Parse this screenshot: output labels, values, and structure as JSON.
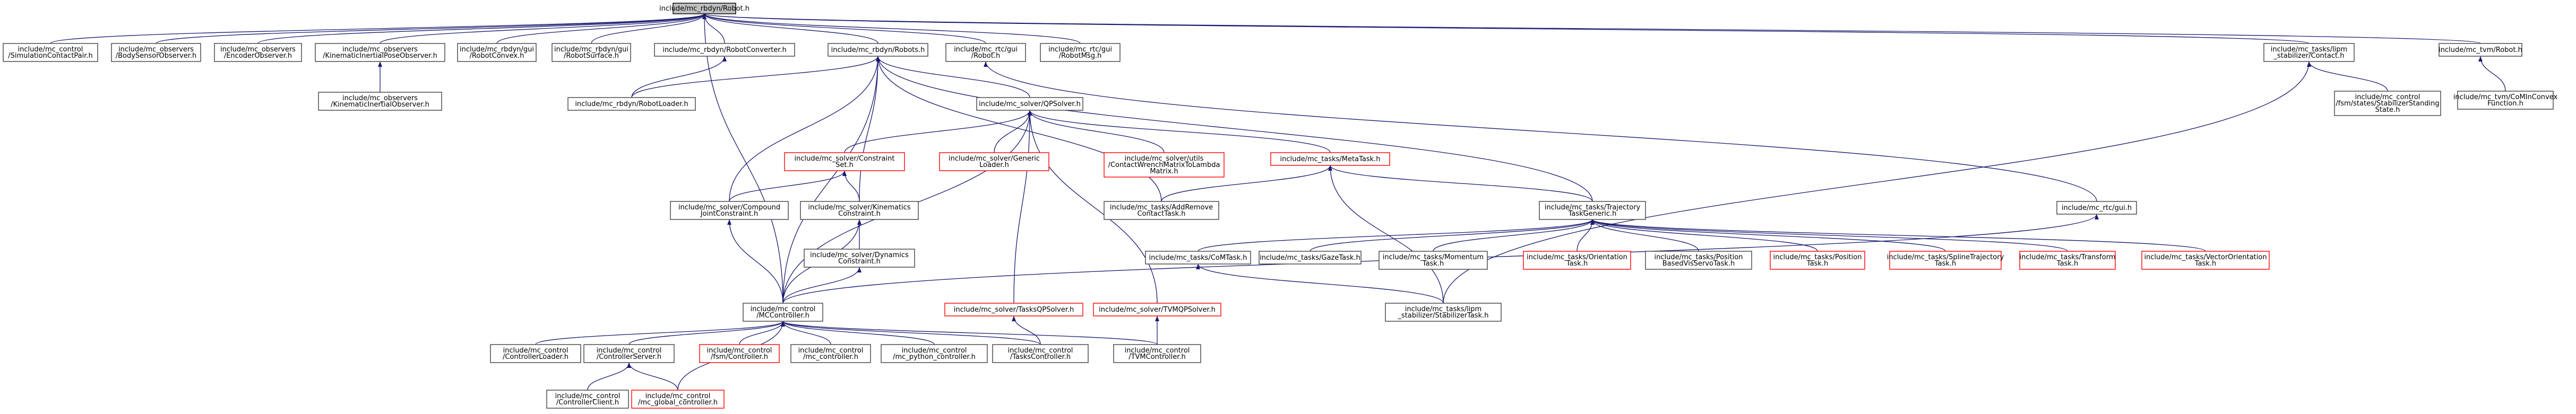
{
  "colors": {
    "edge": "#191970",
    "node_border": "#404040",
    "node_fill": "#ffffff",
    "node_border_missing": "#ff0000",
    "root_fill": "#bfbfbf",
    "root_border": "#000000"
  },
  "nodes": [
    {
      "id": "root",
      "lines": [
        "include/mc_rbdyn/Robot.h"
      ],
      "style": "root"
    },
    {
      "id": "simcontact",
      "lines": [
        "include/mc_control",
        "/SimulationContactPair.h"
      ],
      "style": "normal"
    },
    {
      "id": "bodysensor",
      "lines": [
        "include/mc_observers",
        "/BodySensorObserver.h"
      ],
      "style": "normal"
    },
    {
      "id": "encoder",
      "lines": [
        "include/mc_observers",
        "/EncoderObserver.h"
      ],
      "style": "normal"
    },
    {
      "id": "kinpose",
      "lines": [
        "include/mc_observers",
        "/KinematicInertialPoseObserver.h"
      ],
      "style": "normal"
    },
    {
      "id": "kininertial",
      "lines": [
        "include/mc_observers",
        "/KinematicInertialObserver.h"
      ],
      "style": "normal"
    },
    {
      "id": "robotconvex",
      "lines": [
        "include/mc_rbdyn/gui",
        "/RobotConvex.h"
      ],
      "style": "normal"
    },
    {
      "id": "robotsurface",
      "lines": [
        "include/mc_rbdyn/gui",
        "/RobotSurface.h"
      ],
      "style": "normal"
    },
    {
      "id": "robotconverter",
      "lines": [
        "include/mc_rbdyn/RobotConverter.h"
      ],
      "style": "normal"
    },
    {
      "id": "robotloader",
      "lines": [
        "include/mc_rbdyn/RobotLoader.h"
      ],
      "style": "normal"
    },
    {
      "id": "robots",
      "lines": [
        "include/mc_rbdyn/Robots.h"
      ],
      "style": "normal"
    },
    {
      "id": "rtcrobot",
      "lines": [
        "include/mc_rtc/gui",
        "/Robot.h"
      ],
      "style": "normal"
    },
    {
      "id": "rtcrobotmsg",
      "lines": [
        "include/mc_rtc/gui",
        "/RobotMsg.h"
      ],
      "style": "normal"
    },
    {
      "id": "qpsolver",
      "lines": [
        "include/mc_solver/QPSolver.h"
      ],
      "style": "normal"
    },
    {
      "id": "constraintset",
      "lines": [
        "include/mc_solver/Constraint",
        "Set.h"
      ],
      "style": "missing"
    },
    {
      "id": "genericloader",
      "lines": [
        "include/mc_solver/Generic",
        "Loader.h"
      ],
      "style": "missing"
    },
    {
      "id": "contactwrench",
      "lines": [
        "include/mc_solver/utils",
        "/ContactWrenchMatrixToLambda",
        "Matrix.h"
      ],
      "style": "missing"
    },
    {
      "id": "metatask",
      "lines": [
        "include/mc_tasks/MetaTask.h"
      ],
      "style": "missing"
    },
    {
      "id": "compound",
      "lines": [
        "include/mc_solver/Compound",
        "JointConstraint.h"
      ],
      "style": "normal"
    },
    {
      "id": "kinematics",
      "lines": [
        "include/mc_solver/Kinematics",
        "Constraint.h"
      ],
      "style": "normal"
    },
    {
      "id": "dynamics",
      "lines": [
        "include/mc_solver/Dynamics",
        "Constraint.h"
      ],
      "style": "normal"
    },
    {
      "id": "addremove",
      "lines": [
        "include/mc_tasks/AddRemove",
        "ContactTask.h"
      ],
      "style": "normal"
    },
    {
      "id": "trajgeneric",
      "lines": [
        "include/mc_tasks/Trajectory",
        "TaskGeneric.h"
      ],
      "style": "normal"
    },
    {
      "id": "rtcgui",
      "lines": [
        "include/mc_rtc/gui.h"
      ],
      "style": "normal"
    },
    {
      "id": "comtask",
      "lines": [
        "include/mc_tasks/CoMTask.h"
      ],
      "style": "normal"
    },
    {
      "id": "gazetask",
      "lines": [
        "include/mc_tasks/GazeTask.h"
      ],
      "style": "normal"
    },
    {
      "id": "momentum",
      "lines": [
        "include/mc_tasks/Momentum",
        "Task.h"
      ],
      "style": "normal"
    },
    {
      "id": "orientation",
      "lines": [
        "include/mc_tasks/Orientation",
        "Task.h"
      ],
      "style": "missing"
    },
    {
      "id": "posbased",
      "lines": [
        "include/mc_tasks/Position",
        "BasedVisServoTask.h"
      ],
      "style": "normal"
    },
    {
      "id": "position",
      "lines": [
        "include/mc_tasks/Position",
        "Task.h"
      ],
      "style": "missing"
    },
    {
      "id": "spline",
      "lines": [
        "include/mc_tasks/SplineTrajectory",
        "Task.h"
      ],
      "style": "missing"
    },
    {
      "id": "transform",
      "lines": [
        "include/mc_tasks/Transform",
        "Task.h"
      ],
      "style": "missing"
    },
    {
      "id": "vectororient",
      "lines": [
        "include/mc_tasks/VectorOrientation",
        "Task.h"
      ],
      "style": "missing"
    },
    {
      "id": "stabilizertask",
      "lines": [
        "include/mc_tasks/lipm",
        "_stabilizer/StabilizerTask.h"
      ],
      "style": "normal"
    },
    {
      "id": "tasksqp",
      "lines": [
        "include/mc_solver/TasksQPSolver.h"
      ],
      "style": "missing"
    },
    {
      "id": "tvmqp",
      "lines": [
        "include/mc_solver/TVMQPSolver.h"
      ],
      "style": "missing"
    },
    {
      "id": "mccontroller",
      "lines": [
        "include/mc_control",
        "/MCController.h"
      ],
      "style": "normal"
    },
    {
      "id": "ctrlloader",
      "lines": [
        "include/mc_control",
        "/ControllerLoader.h"
      ],
      "style": "normal"
    },
    {
      "id": "ctrlserver",
      "lines": [
        "include/mc_control",
        "/ControllerServer.h"
      ],
      "style": "normal"
    },
    {
      "id": "fsmctrl",
      "lines": [
        "include/mc_control",
        "/fsm/Controller.h"
      ],
      "style": "missing"
    },
    {
      "id": "mcctrl",
      "lines": [
        "include/mc_control",
        "/mc_controller.h"
      ],
      "style": "normal"
    },
    {
      "id": "pyctrl",
      "lines": [
        "include/mc_control",
        "/mc_python_controller.h"
      ],
      "style": "normal"
    },
    {
      "id": "tasksctrl",
      "lines": [
        "include/mc_control",
        "/TasksController.h"
      ],
      "style": "normal"
    },
    {
      "id": "tvmctrl",
      "lines": [
        "include/mc_control",
        "/TVMController.h"
      ],
      "style": "normal"
    },
    {
      "id": "ctrlclient",
      "lines": [
        "include/mc_control",
        "/ControllerClient.h"
      ],
      "style": "normal"
    },
    {
      "id": "globalctrl",
      "lines": [
        "include/mc_control",
        "/mc_global_controller.h"
      ],
      "style": "missing"
    },
    {
      "id": "lipmcontact",
      "lines": [
        "include/mc_tasks/lipm",
        "_stabilizer/Contact.h"
      ],
      "style": "normal"
    },
    {
      "id": "fsmstab",
      "lines": [
        "include/mc_control",
        "/fsm/states/StabilizerStanding",
        "State.h"
      ],
      "style": "normal"
    },
    {
      "id": "tvmrobot",
      "lines": [
        "include/mc_tvm/Robot.h"
      ],
      "style": "normal"
    },
    {
      "id": "tvmconvex",
      "lines": [
        "include/mc_tvm/CoMInConvex",
        "Function.h"
      ],
      "style": "normal"
    }
  ],
  "edges": [
    [
      "simcontact",
      "root"
    ],
    [
      "bodysensor",
      "root"
    ],
    [
      "encoder",
      "root"
    ],
    [
      "kinpose",
      "root"
    ],
    [
      "robotconvex",
      "root"
    ],
    [
      "robotsurface",
      "root"
    ],
    [
      "robotconverter",
      "root"
    ],
    [
      "robots",
      "root"
    ],
    [
      "rtcrobot",
      "root"
    ],
    [
      "rtcrobotmsg",
      "root"
    ],
    [
      "lipmcontact",
      "root"
    ],
    [
      "tvmrobot",
      "root"
    ],
    [
      "mccontroller",
      "root"
    ],
    [
      "kininertial",
      "kinpose"
    ],
    [
      "robotloader",
      "robotconverter"
    ],
    [
      "robotloader",
      "robots"
    ],
    [
      "qpsolver",
      "robots"
    ],
    [
      "compound",
      "robots"
    ],
    [
      "kinematics",
      "robots"
    ],
    [
      "addremove",
      "robots"
    ],
    [
      "trajgeneric",
      "robots"
    ],
    [
      "mccontroller",
      "robots"
    ],
    [
      "rtcgui",
      "rtcrobot"
    ],
    [
      "constraintset",
      "qpsolver"
    ],
    [
      "genericloader",
      "qpsolver"
    ],
    [
      "contactwrench",
      "qpsolver"
    ],
    [
      "metatask",
      "qpsolver"
    ],
    [
      "tasksqp",
      "qpsolver"
    ],
    [
      "tvmqp",
      "qpsolver"
    ],
    [
      "mccontroller",
      "qpsolver"
    ],
    [
      "compound",
      "constraintset"
    ],
    [
      "kinematics",
      "constraintset"
    ],
    [
      "addremove",
      "metatask"
    ],
    [
      "trajgeneric",
      "metatask"
    ],
    [
      "stabilizertask",
      "metatask"
    ],
    [
      "mccontroller",
      "compound"
    ],
    [
      "dynamics",
      "kinematics"
    ],
    [
      "mccontroller",
      "kinematics"
    ],
    [
      "mccontroller",
      "dynamics"
    ],
    [
      "comtask",
      "trajgeneric"
    ],
    [
      "gazetask",
      "trajgeneric"
    ],
    [
      "momentum",
      "trajgeneric"
    ],
    [
      "orientation",
      "trajgeneric"
    ],
    [
      "posbased",
      "trajgeneric"
    ],
    [
      "position",
      "trajgeneric"
    ],
    [
      "spline",
      "trajgeneric"
    ],
    [
      "transform",
      "trajgeneric"
    ],
    [
      "vectororient",
      "trajgeneric"
    ],
    [
      "stabilizertask",
      "comtask"
    ],
    [
      "mccontroller",
      "rtcgui"
    ],
    [
      "stabilizertask",
      "lipmcontact"
    ],
    [
      "fsmstab",
      "lipmcontact"
    ],
    [
      "tvmconvex",
      "tvmrobot"
    ],
    [
      "tasksctrl",
      "tasksqp"
    ],
    [
      "tvmctrl",
      "tvmqp"
    ],
    [
      "ctrlloader",
      "mccontroller"
    ],
    [
      "ctrlserver",
      "mccontroller"
    ],
    [
      "fsmctrl",
      "mccontroller"
    ],
    [
      "mcctrl",
      "mccontroller"
    ],
    [
      "pyctrl",
      "mccontroller"
    ],
    [
      "tasksctrl",
      "mccontroller"
    ],
    [
      "tvmctrl",
      "mccontroller"
    ],
    [
      "globalctrl",
      "mccontroller"
    ],
    [
      "ctrlclient",
      "ctrlserver"
    ],
    [
      "globalctrl",
      "ctrlserver"
    ]
  ]
}
